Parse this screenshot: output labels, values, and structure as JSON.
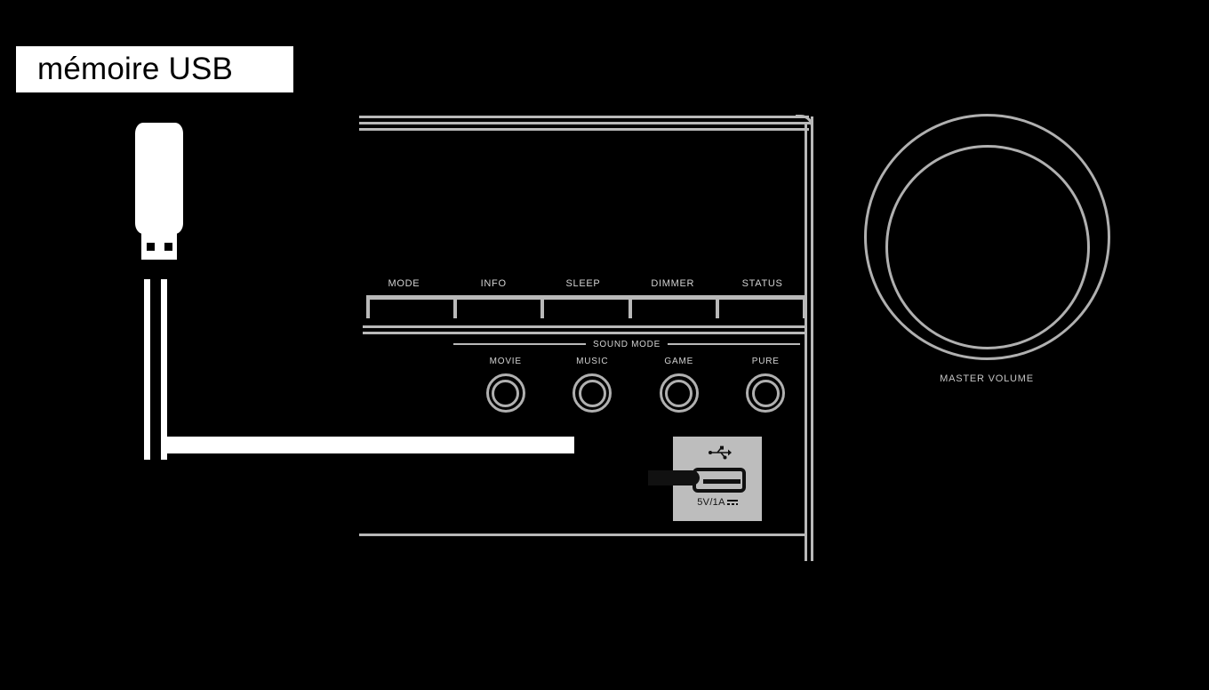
{
  "callout": {
    "label": "mémoire USB"
  },
  "usb_device": {
    "name": "usb-flash-drive"
  },
  "panel": {
    "button_row": {
      "buttons": [
        {
          "label": "MODE"
        },
        {
          "label": "INFO"
        },
        {
          "label": "SLEEP"
        },
        {
          "label": "DIMMER"
        },
        {
          "label": "STATUS"
        }
      ]
    },
    "sound_mode": {
      "title": "SOUND MODE",
      "buttons": [
        {
          "label": "MOVIE"
        },
        {
          "label": "MUSIC"
        },
        {
          "label": "GAME"
        },
        {
          "label": "PURE"
        }
      ]
    },
    "usb_port": {
      "icon": "usb-trident-icon",
      "rating": "5V/1A",
      "power_symbol": "dc-symbol"
    }
  },
  "master_volume": {
    "label": "MASTER VOLUME"
  },
  "colors": {
    "background": "#000000",
    "panel_line": "#b9b9b9",
    "panel_text": "#d2d2d2",
    "knob_stroke": "#b0b0b0",
    "callout_background": "#ffffff",
    "callout_text": "#000000",
    "port_plate": "#bdbdbd",
    "port_ink": "#111111",
    "cable": "#ffffff"
  }
}
